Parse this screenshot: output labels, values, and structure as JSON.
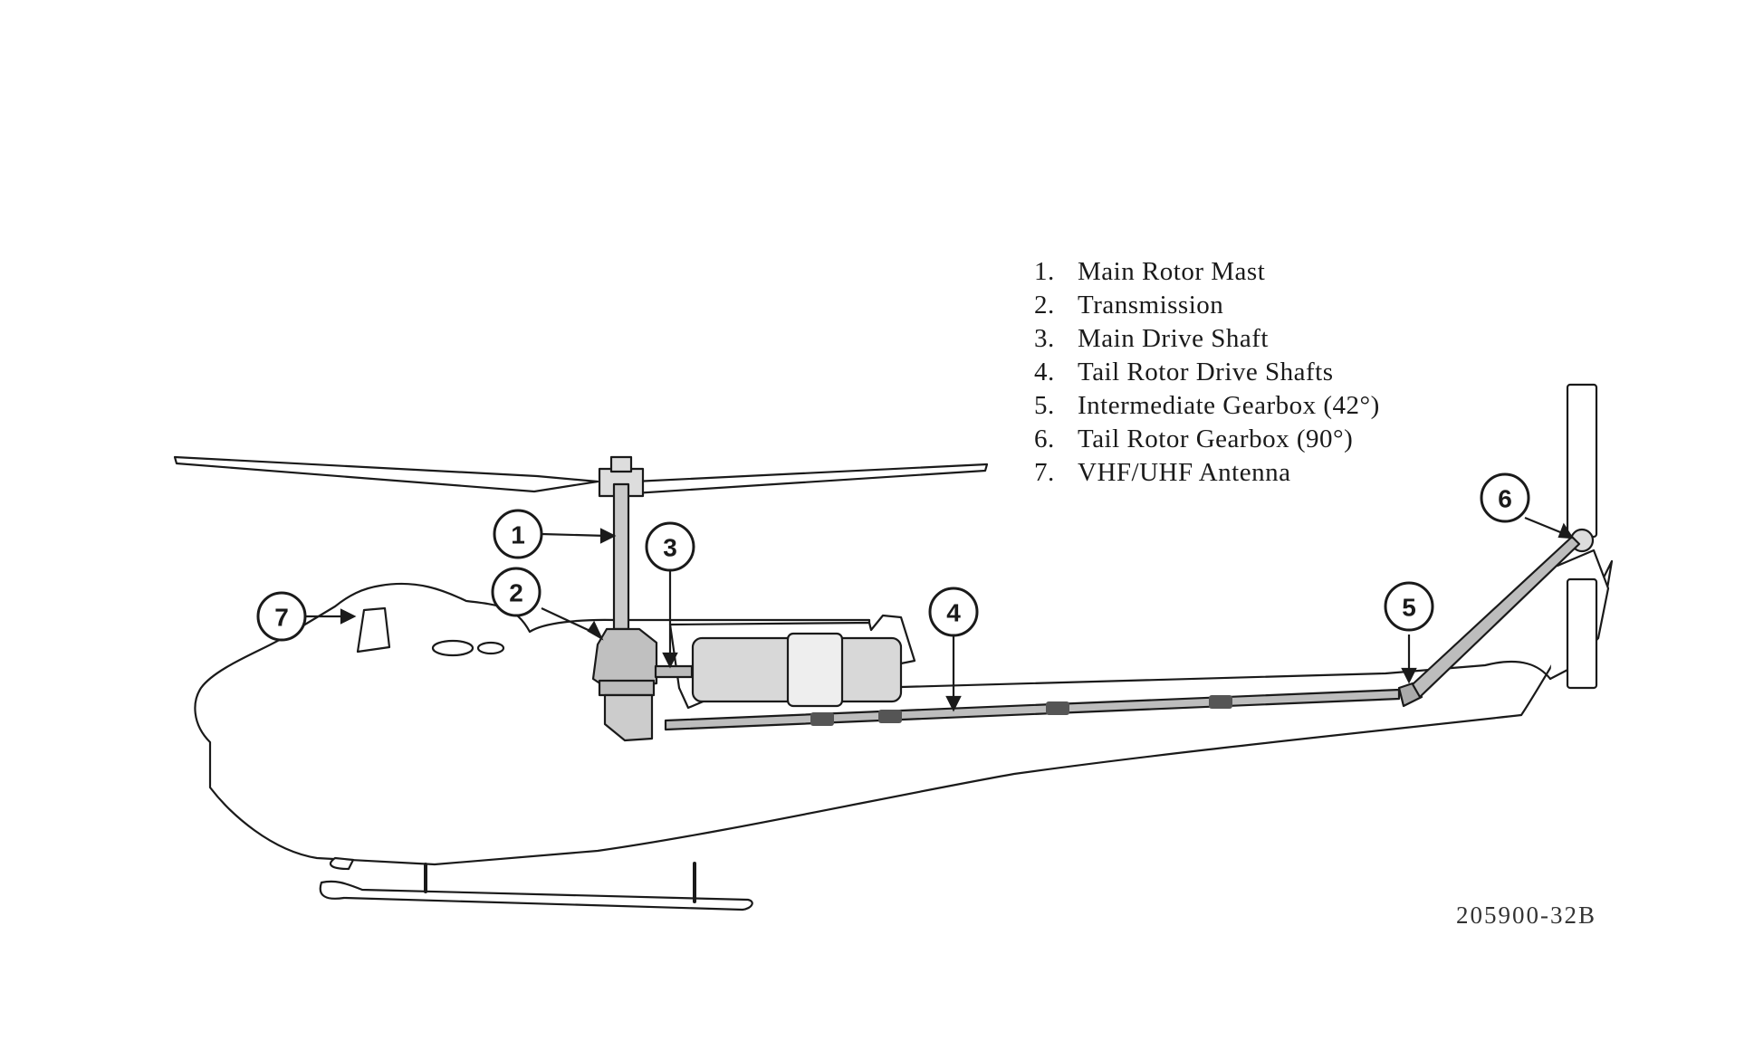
{
  "legend": {
    "items": [
      {
        "num": "1.",
        "label": "Main Rotor Mast"
      },
      {
        "num": "2.",
        "label": "Transmission"
      },
      {
        "num": "3.",
        "label": "Main Drive Shaft"
      },
      {
        "num": "4.",
        "label": "Tail Rotor Drive Shafts"
      },
      {
        "num": "5.",
        "label": "Intermediate Gearbox (42°)"
      },
      {
        "num": "6.",
        "label": "Tail Rotor Gearbox (90°)"
      },
      {
        "num": "7.",
        "label": "VHF/UHF Antenna"
      }
    ]
  },
  "callouts": [
    "1",
    "2",
    "3",
    "4",
    "5",
    "6",
    "7"
  ],
  "drawing_id": "205900-32B",
  "colors": {
    "line": "#1a1a1a",
    "fill_gray": "#cfcfcf",
    "paper": "#ffffff"
  }
}
